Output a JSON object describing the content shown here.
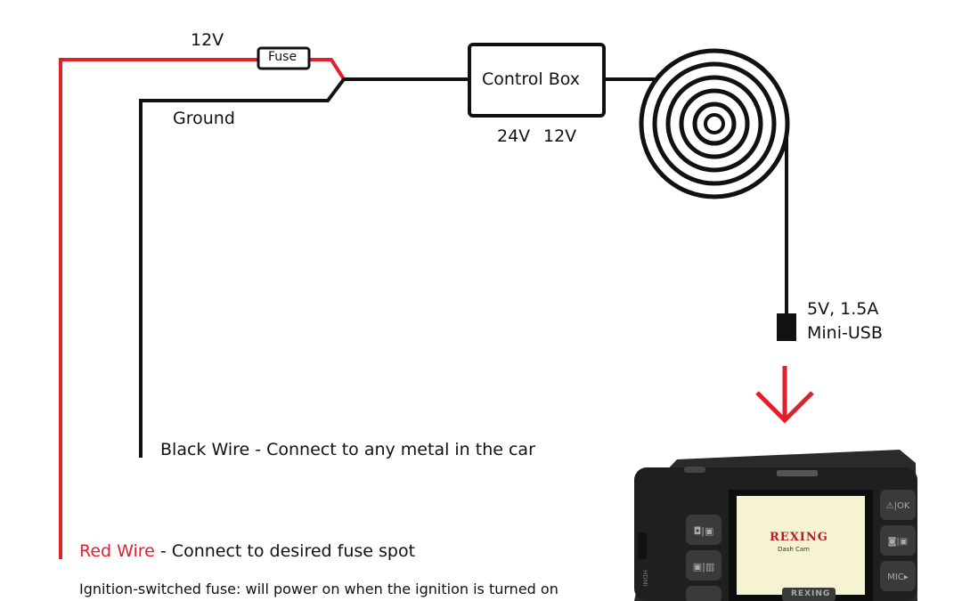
{
  "diagram": {
    "supply_voltage_label": "12V",
    "fuse_label": "Fuse",
    "ground_label": "Ground",
    "control_box_label": "Control Box",
    "input_voltage_label": "24V",
    "output_voltage_label": "12V",
    "output_spec_line1": "5V, 1.5A",
    "output_spec_line2": "Mini-USB",
    "black_wire_text": "Black Wire - Connect to any metal in the car",
    "red_wire_title": "Red Wire",
    "red_wire_text": " - Connect to desired fuse spot",
    "ignition_note": "Ignition-switched fuse: will power on when the ignition is turned on",
    "colors": {
      "red_wire": "#e2202b",
      "black_wire": "#111111",
      "arrow": "#e2202b",
      "camera_body": "#1f1f1f",
      "camera_screen": "#f6f3d2"
    }
  },
  "camera": {
    "brand_logo": "REXING",
    "model_text": "Dash Cam",
    "bottom_logo": "REXING",
    "left_buttons_icons": [
      "video-photo-icon",
      "gallery-icon",
      "record-icon"
    ],
    "right_buttons_icons": [
      "lock-ok-icon",
      "camera-menu-icon",
      "mic-play-icon"
    ],
    "side_text": "HDMI"
  }
}
